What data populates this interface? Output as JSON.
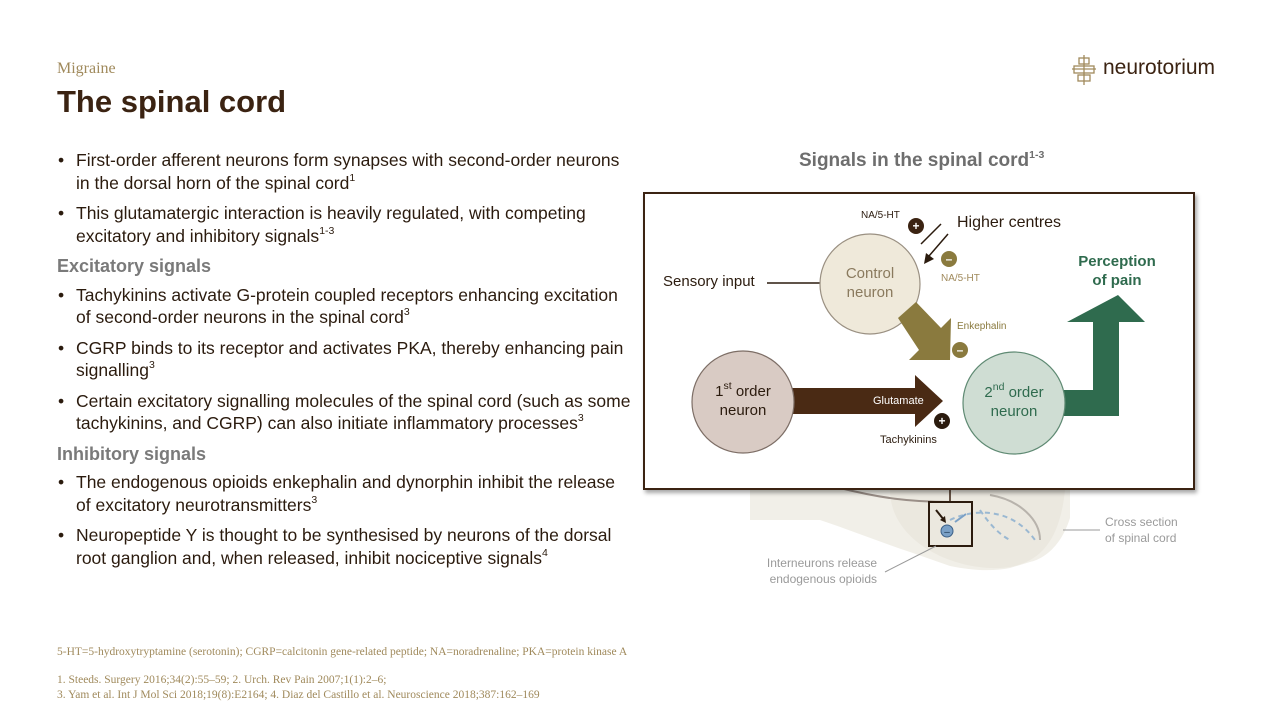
{
  "header": {
    "section": "Migraine",
    "title": "The spinal cord",
    "logo_text": "neurotorium"
  },
  "bullets_top": [
    {
      "text": "First-order afferent neurons form synapses with second-order neurons in the dorsal horn of the spinal cord",
      "ref": "1"
    },
    {
      "text": "This glutamatergic interaction is heavily regulated, with competing excitatory and inhibitory signals",
      "ref": "1-3"
    }
  ],
  "excitatory": {
    "heading": "Excitatory signals",
    "items": [
      {
        "text": "Tachykinins activate G-protein coupled receptors enhancing excitation of second-order neurons in the spinal cord",
        "ref": "3"
      },
      {
        "text": "CGRP binds to its receptor and activates PKA, thereby enhancing pain signalling",
        "ref": "3"
      },
      {
        "text": "Certain excitatory signalling molecules of the spinal cord (such as some tachykinins, and CGRP) can also initiate inflammatory processes",
        "ref": "3"
      }
    ]
  },
  "inhibitory": {
    "heading": "Inhibitory signals",
    "items": [
      {
        "text": "The endogenous opioids enkephalin and dynorphin inhibit the release of excitatory neurotransmitters",
        "ref": "3"
      },
      {
        "text": "Neuropeptide Y is thought to be synthesised by neurons of the dorsal root ganglion and, when released, inhibit nociceptive signals",
        "ref": "4"
      }
    ]
  },
  "footnotes": {
    "abbreviations": "5-HT=5-hydroxytryptamine (serotonin); CGRP=calcitonin gene-related  peptide; NA=noradrenaline; PKA=protein kinase A",
    "ref_line1": "1. Steeds. Surgery 2016;34(2):55–59; 2. Urch. Rev Pain 2007;1(1):2–6;",
    "ref_line2": "3. Yam et al. Int J Mol Sci 2018;19(8):E2164; 4. Diaz del Castillo et al. Neuroscience 2018;387:162–169"
  },
  "diagram": {
    "title": "Signals in the spinal cord",
    "title_ref": "1-3",
    "labels": {
      "na5ht_top": "NA/5-HT",
      "higher_centres": "Higher centres",
      "na5ht_bottom": "NA/5-HT",
      "sensory_input": "Sensory input",
      "control_neuron_line1": "Control",
      "control_neuron_line2": "neuron",
      "perception_line1": "Perception",
      "perception_line2": "of pain",
      "enkephalin": "Enkephalin",
      "first_order_num": "1",
      "first_order_sup": "st",
      "first_order_word": " order",
      "first_order_line2": "neuron",
      "second_order_num": "2",
      "second_order_sup": "nd",
      "second_order_word": " order",
      "second_order_line2": "neuron",
      "glutamate": "Glutamate",
      "tachykinins": "Tachykinins",
      "plus": "+",
      "minus": "–"
    },
    "captions": {
      "cross_section_line1": "Cross section",
      "cross_section_line2": "of spinal cord",
      "interneurons_line1": "Interneurons  release",
      "interneurons_line2": "endogenous opioids"
    }
  },
  "colors": {
    "title_brown": "#3b2312",
    "gold": "#a08a5c",
    "olive_arrow": "#8a7a3e",
    "dark_arrow": "#4a2a14",
    "green_arrow": "#2f6b4e",
    "control_fill": "#efe9da",
    "first_fill": "#d9cbc4",
    "second_fill": "#cfddd3"
  }
}
